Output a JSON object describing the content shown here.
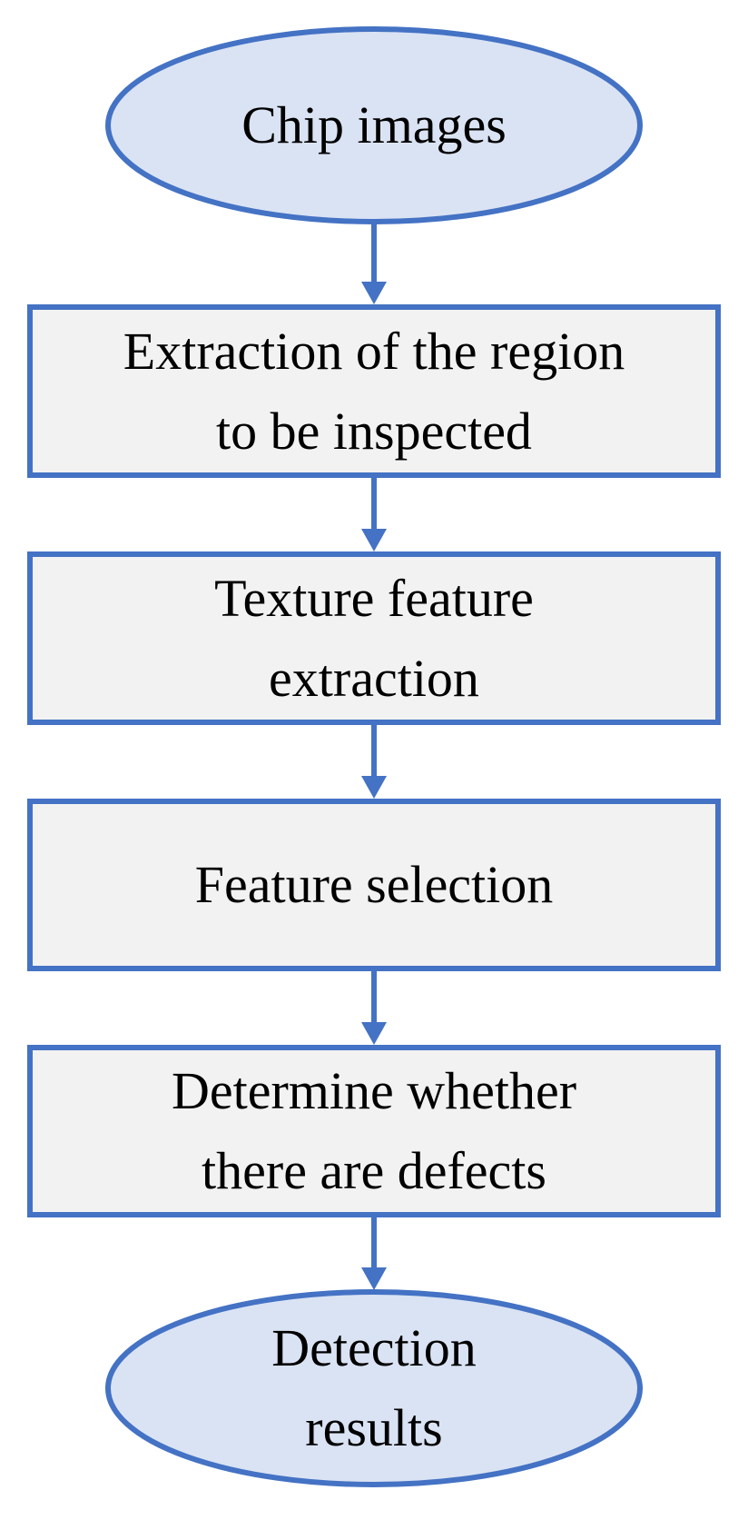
{
  "colors": {
    "border": "#4472C4",
    "terminal_fill": "#DAE3F3",
    "process_fill": "#F2F2F2",
    "arrow": "#4472C4",
    "text": "#000000"
  },
  "flowchart": {
    "start": {
      "shape": "ellipse",
      "label": "Chip images"
    },
    "step_1": {
      "shape": "rectangle",
      "label": "Extraction of the region\nto be inspected"
    },
    "step_2": {
      "shape": "rectangle",
      "label": "Texture feature\nextraction"
    },
    "step_3": {
      "shape": "rectangle",
      "label": "Feature selection"
    },
    "step_4": {
      "shape": "rectangle",
      "label": "Determine whether\nthere are defects"
    },
    "end": {
      "shape": "ellipse",
      "label": "Detection\nresults"
    }
  }
}
